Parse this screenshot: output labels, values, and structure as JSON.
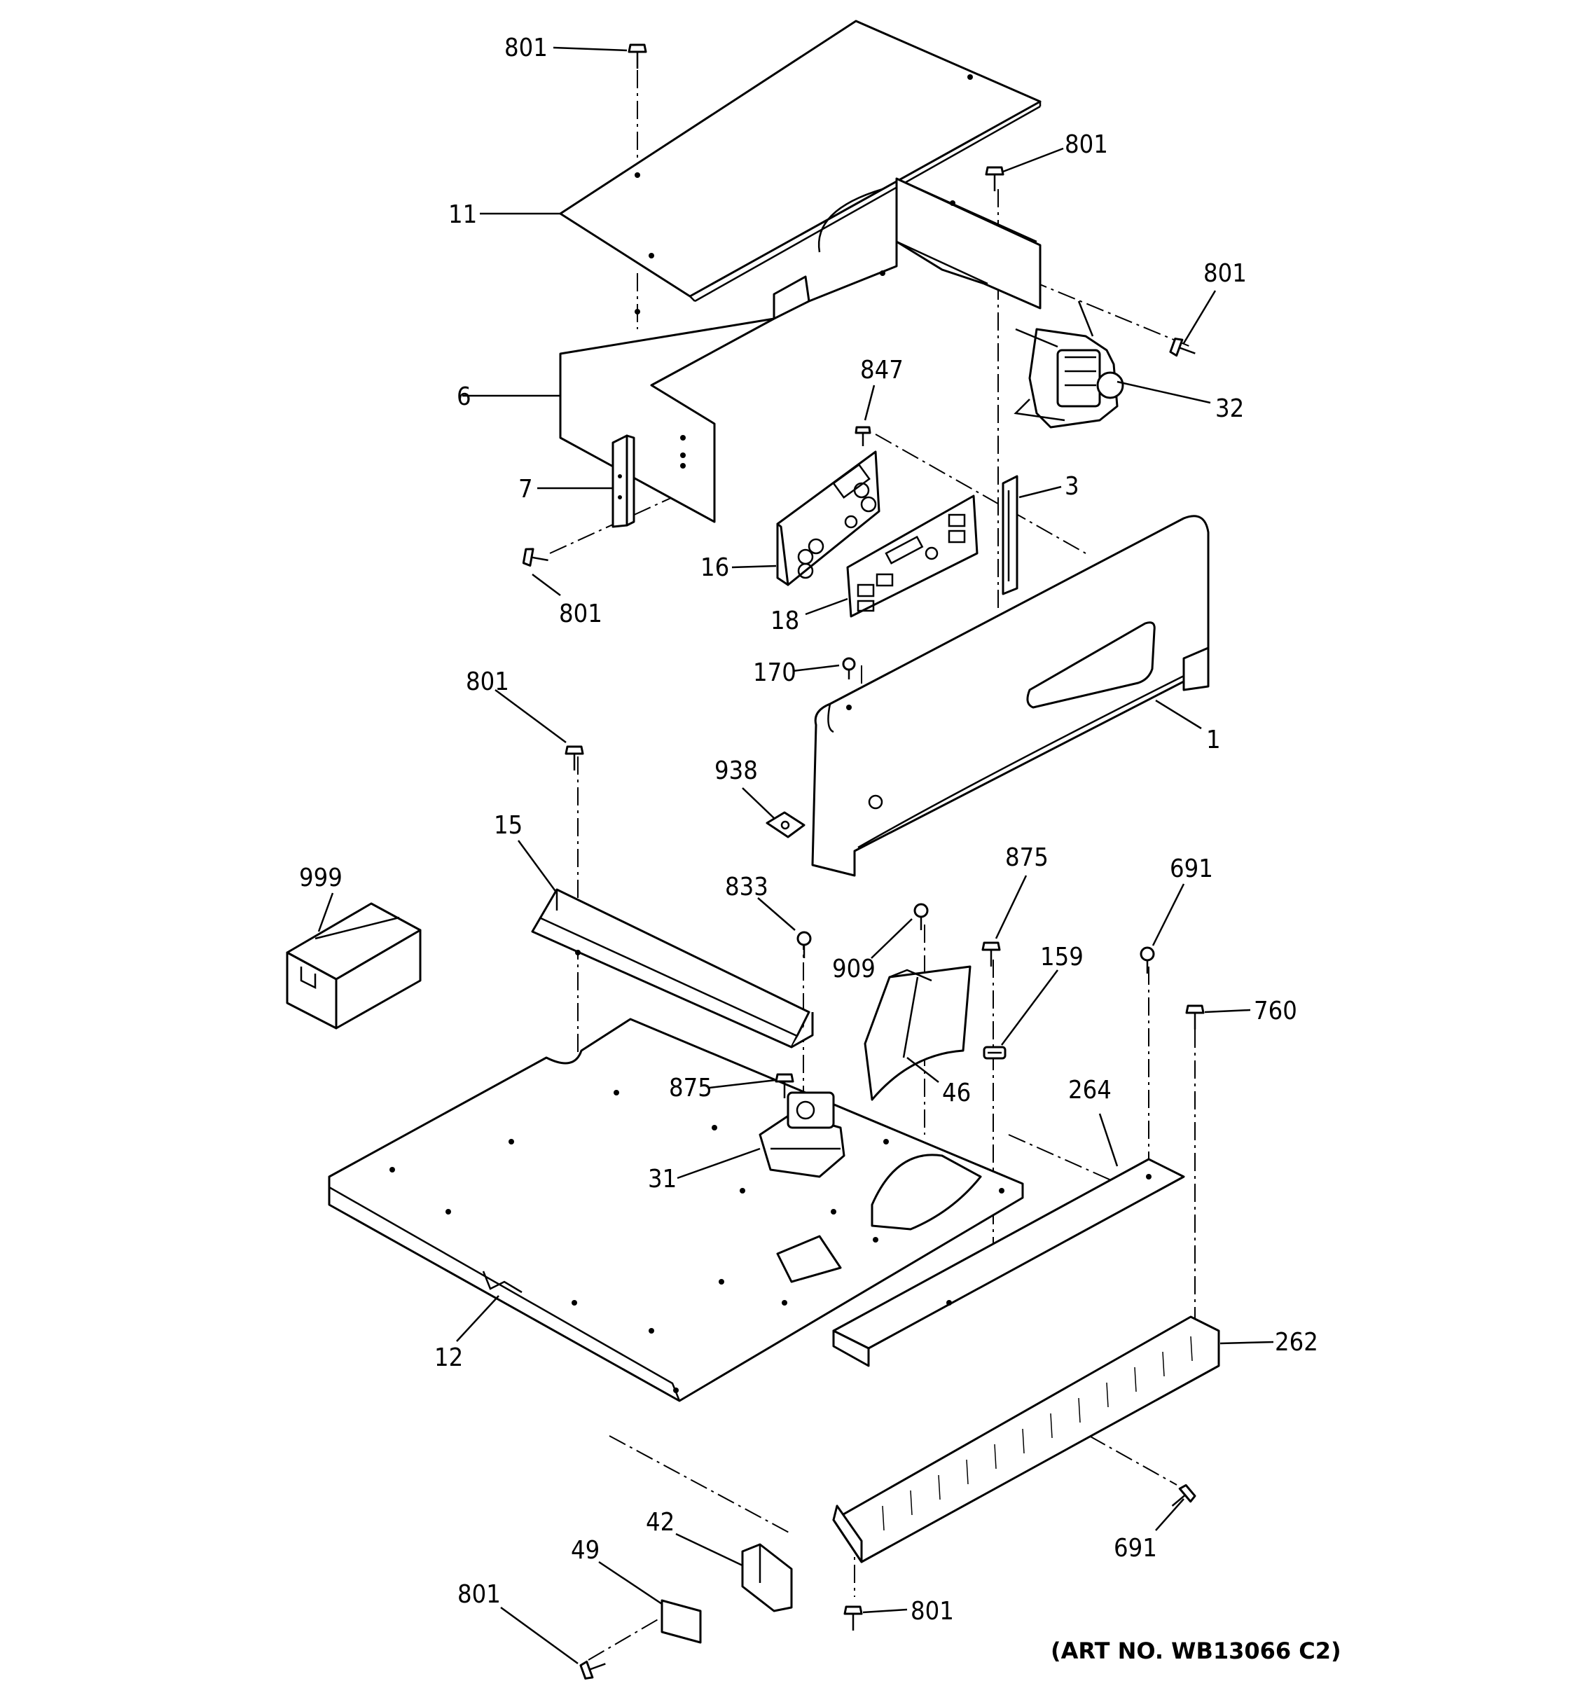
{
  "diagram": {
    "art_number": "(ART NO. WB13066 C2)",
    "callouts": [
      {
        "id": "c801a",
        "text": "801"
      },
      {
        "id": "c801b",
        "text": "801"
      },
      {
        "id": "c801c",
        "text": "801"
      },
      {
        "id": "c11",
        "text": "11"
      },
      {
        "id": "c6",
        "text": "6"
      },
      {
        "id": "c7",
        "text": "7"
      },
      {
        "id": "c801d",
        "text": "801"
      },
      {
        "id": "c847",
        "text": "847"
      },
      {
        "id": "c32",
        "text": "32"
      },
      {
        "id": "c3",
        "text": "3"
      },
      {
        "id": "c16",
        "text": "16"
      },
      {
        "id": "c18",
        "text": "18"
      },
      {
        "id": "c170",
        "text": "170"
      },
      {
        "id": "c1",
        "text": "1"
      },
      {
        "id": "c801e",
        "text": "801"
      },
      {
        "id": "c938",
        "text": "938"
      },
      {
        "id": "c15",
        "text": "15"
      },
      {
        "id": "c999",
        "text": "999"
      },
      {
        "id": "c833",
        "text": "833"
      },
      {
        "id": "c875a",
        "text": "875"
      },
      {
        "id": "c691a",
        "text": "691"
      },
      {
        "id": "c909",
        "text": "909"
      },
      {
        "id": "c159",
        "text": "159"
      },
      {
        "id": "c760",
        "text": "760"
      },
      {
        "id": "c875b",
        "text": "875"
      },
      {
        "id": "c46",
        "text": "46"
      },
      {
        "id": "c264",
        "text": "264"
      },
      {
        "id": "c31",
        "text": "31"
      },
      {
        "id": "c262",
        "text": "262"
      },
      {
        "id": "c12",
        "text": "12"
      },
      {
        "id": "c42",
        "text": "42"
      },
      {
        "id": "c49",
        "text": "49"
      },
      {
        "id": "c691b",
        "text": "691"
      },
      {
        "id": "c801f",
        "text": "801"
      },
      {
        "id": "c801g",
        "text": "801"
      }
    ]
  }
}
